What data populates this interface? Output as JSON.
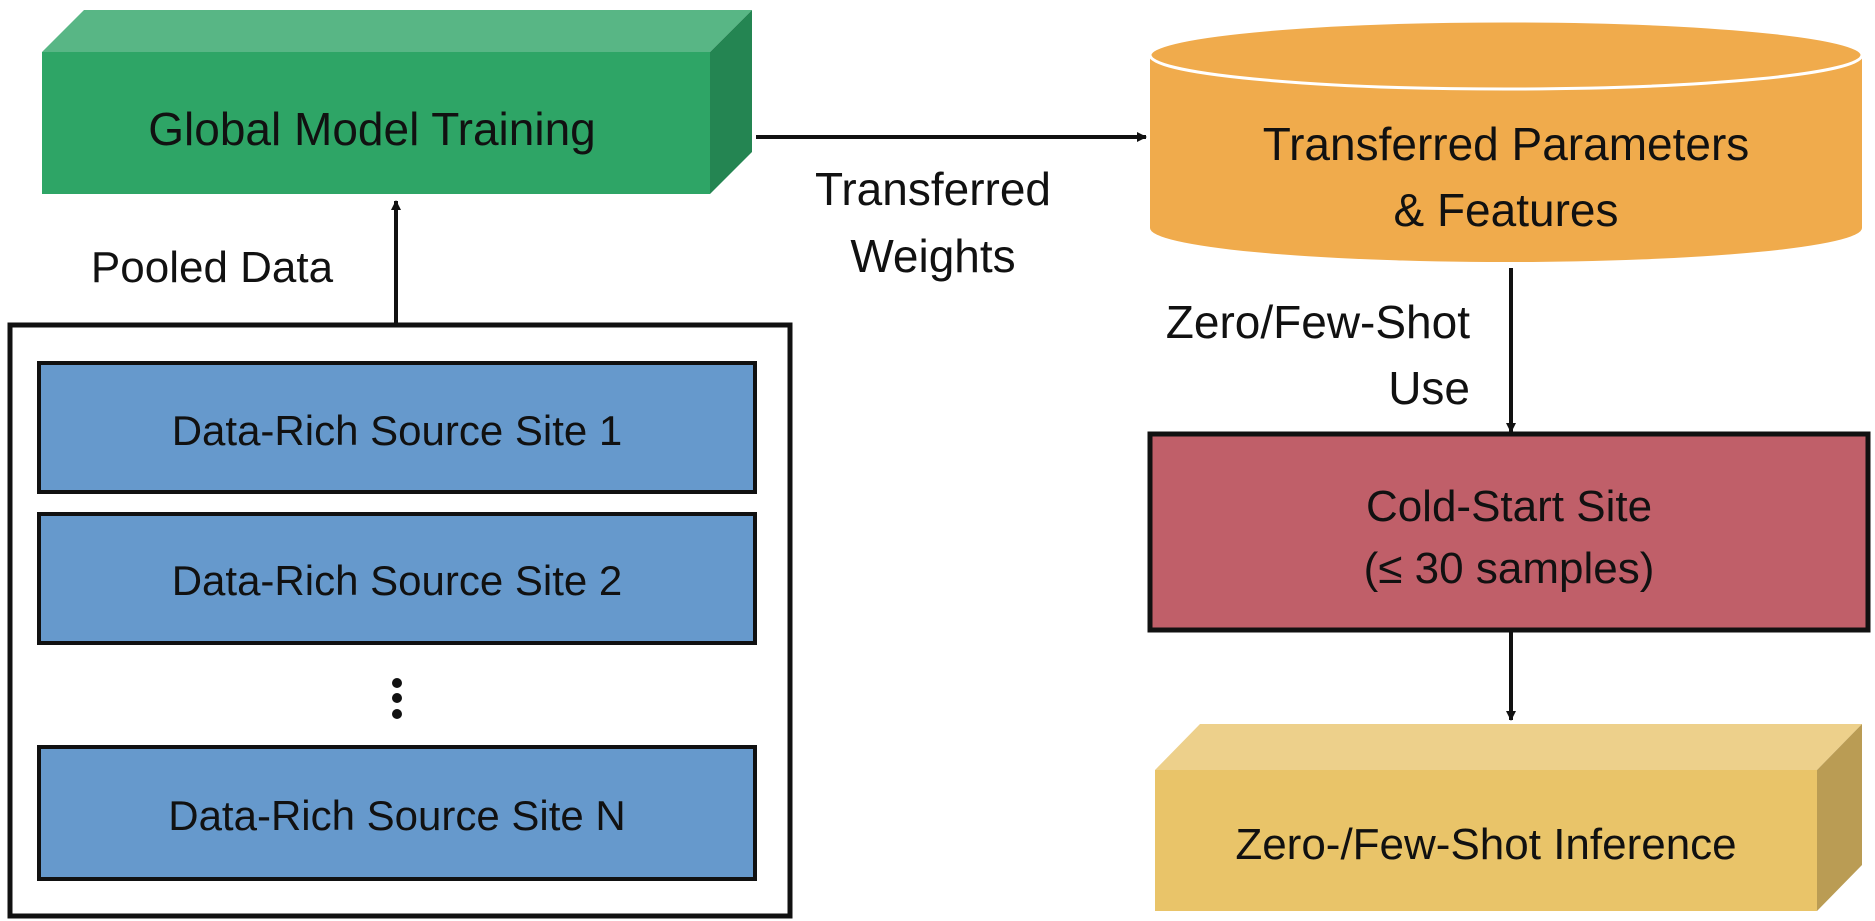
{
  "colors": {
    "global_box_front": "#2EA566",
    "global_box_top": "#58B685",
    "global_box_side": "#248552",
    "cylinder": "#F0AB4C",
    "source_site": "#6699CC",
    "cold_start": "#C05F69",
    "inference_front": "#E9C469",
    "inference_top": "#EDD08B",
    "inference_side": "#BA9C54",
    "outline": "#111111"
  },
  "global_model": {
    "label": "Global Model Training"
  },
  "pooled_data": {
    "label": "Pooled Data"
  },
  "source_sites": [
    {
      "label": "Data-Rich Source Site 1"
    },
    {
      "label": "Data-Rich Source Site 2"
    },
    {
      "label": "Data-Rich Source Site N"
    }
  ],
  "ellipsis_icon": "vertical-ellipsis-icon",
  "transferred_weights": {
    "line1": "Transferred",
    "line2": "Weights"
  },
  "transferred_params": {
    "line1": "Transferred Parameters",
    "line2": "& Features"
  },
  "zero_few_shot_use": {
    "line1": "Zero/Few-Shot",
    "line2": "Use"
  },
  "cold_start": {
    "line1": "Cold-Start Site",
    "line2": "(≤ 30 samples)"
  },
  "inference": {
    "label": "Zero-/Few-Shot Inference"
  }
}
